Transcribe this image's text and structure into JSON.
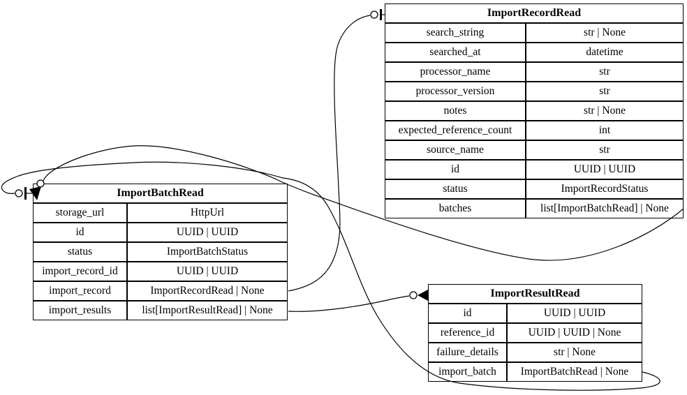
{
  "diagram": {
    "background_color": "#ffffff",
    "line_color": "#000000",
    "tables": {
      "record": {
        "title": "ImportRecordRead",
        "rows": [
          {
            "field": "search_string",
            "type": "str | None"
          },
          {
            "field": "searched_at",
            "type": "datetime"
          },
          {
            "field": "processor_name",
            "type": "str"
          },
          {
            "field": "processor_version",
            "type": "str"
          },
          {
            "field": "notes",
            "type": "str | None"
          },
          {
            "field": "expected_reference_count",
            "type": "int"
          },
          {
            "field": "source_name",
            "type": "str"
          },
          {
            "field": "id",
            "type": "UUID | UUID"
          },
          {
            "field": "status",
            "type": "ImportRecordStatus"
          },
          {
            "field": "batches",
            "type": "list[ImportBatchRead] | None"
          }
        ]
      },
      "batch": {
        "title": "ImportBatchRead",
        "rows": [
          {
            "field": "storage_url",
            "type": "HttpUrl"
          },
          {
            "field": "id",
            "type": "UUID | UUID"
          },
          {
            "field": "status",
            "type": "ImportBatchStatus"
          },
          {
            "field": "import_record_id",
            "type": "UUID | UUID"
          },
          {
            "field": "import_record",
            "type": "ImportRecordRead | None"
          },
          {
            "field": "import_results",
            "type": "list[ImportResultRead] | None"
          }
        ]
      },
      "result": {
        "title": "ImportResultRead",
        "rows": [
          {
            "field": "id",
            "type": "UUID | UUID"
          },
          {
            "field": "reference_id",
            "type": "UUID | UUID | None"
          },
          {
            "field": "failure_details",
            "type": "str | None"
          },
          {
            "field": "import_batch",
            "type": "ImportBatchRead | None"
          }
        ]
      }
    },
    "edges": [
      {
        "from": "ImportBatchRead.import_record",
        "to": "ImportRecordRead",
        "target_marker": "zero-or-one-icon"
      },
      {
        "from": "ImportBatchRead.import_results",
        "to": "ImportResultRead",
        "target_marker": "zero-or-many-icon"
      },
      {
        "from": "ImportRecordRead.batches",
        "to": "ImportBatchRead",
        "target_marker": "zero-or-many-icon"
      },
      {
        "from": "ImportResultRead.import_batch",
        "to": "ImportBatchRead",
        "target_marker": "zero-or-one-icon"
      }
    ]
  }
}
